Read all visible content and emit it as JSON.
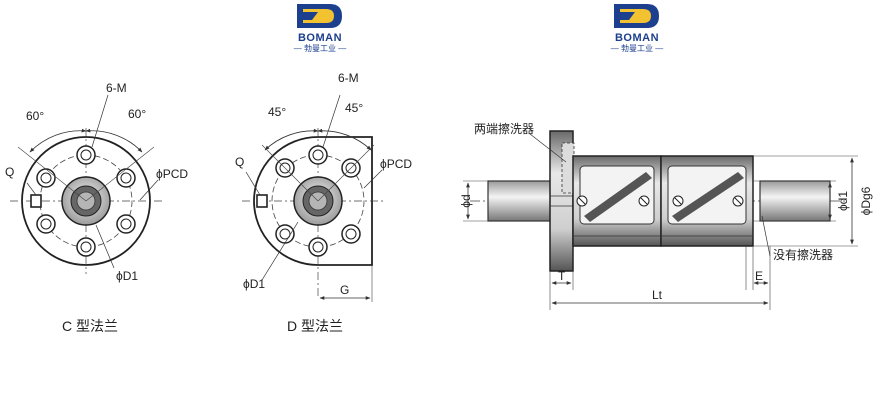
{
  "logos": [
    {
      "name": "BOMAN",
      "subtitle": "— 勃曼工业 —",
      "color_primary": "#1c3f8e",
      "color_accent": "#f2c230"
    },
    {
      "name": "BOMAN",
      "subtitle": "— 勃曼工业 —",
      "color_primary": "#1c3f8e",
      "color_accent": "#f2c230"
    }
  ],
  "flange_c": {
    "caption": "C 型法兰",
    "labels": {
      "holes": "6-M",
      "angle_left": "60°",
      "angle_right": "60°",
      "pcd": "ϕPCD",
      "oil_hole": "Q",
      "d1": "ϕD1"
    }
  },
  "flange_d": {
    "caption": "D 型法兰",
    "labels": {
      "holes": "6-M",
      "angle_left": "45°",
      "angle_right": "45°",
      "pcd": "ϕPCD",
      "oil_hole": "Q",
      "d1": "ϕD1",
      "g": "G"
    }
  },
  "side_view": {
    "labels": {
      "wiper_both": "两端擦洗器",
      "wiper_none": "没有擦洗器",
      "d": "ϕd",
      "d1": "ϕd1",
      "dg6": "ϕDg6",
      "t": "T",
      "e": "E",
      "lt": "Lt"
    }
  }
}
